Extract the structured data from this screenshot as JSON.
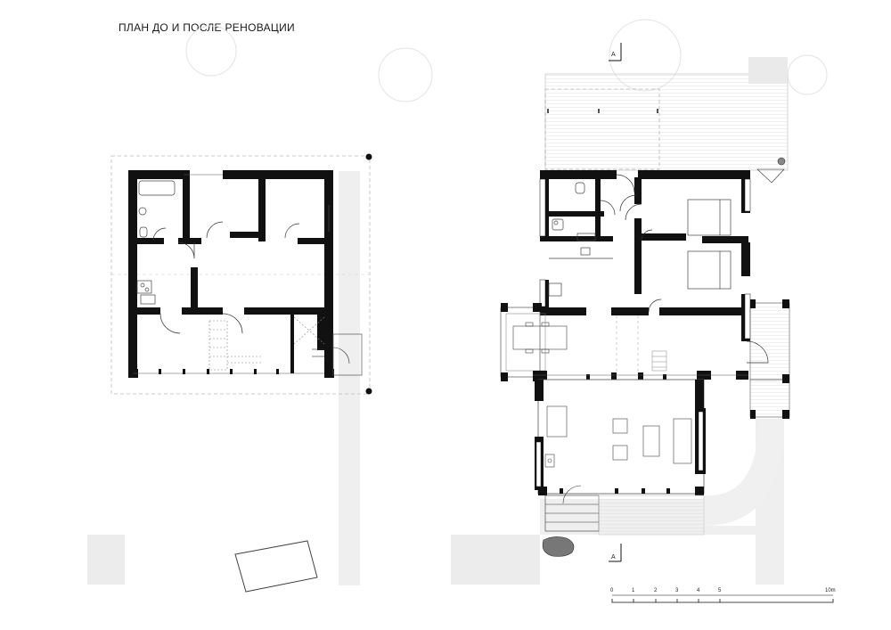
{
  "title": "ПЛАН ДО И ПОСЛЕ РЕНОВАЦИИ",
  "section_marker": "A",
  "scale_bar": {
    "ticks": [
      "0",
      "1",
      "2",
      "3",
      "4",
      "5",
      "10m"
    ]
  }
}
